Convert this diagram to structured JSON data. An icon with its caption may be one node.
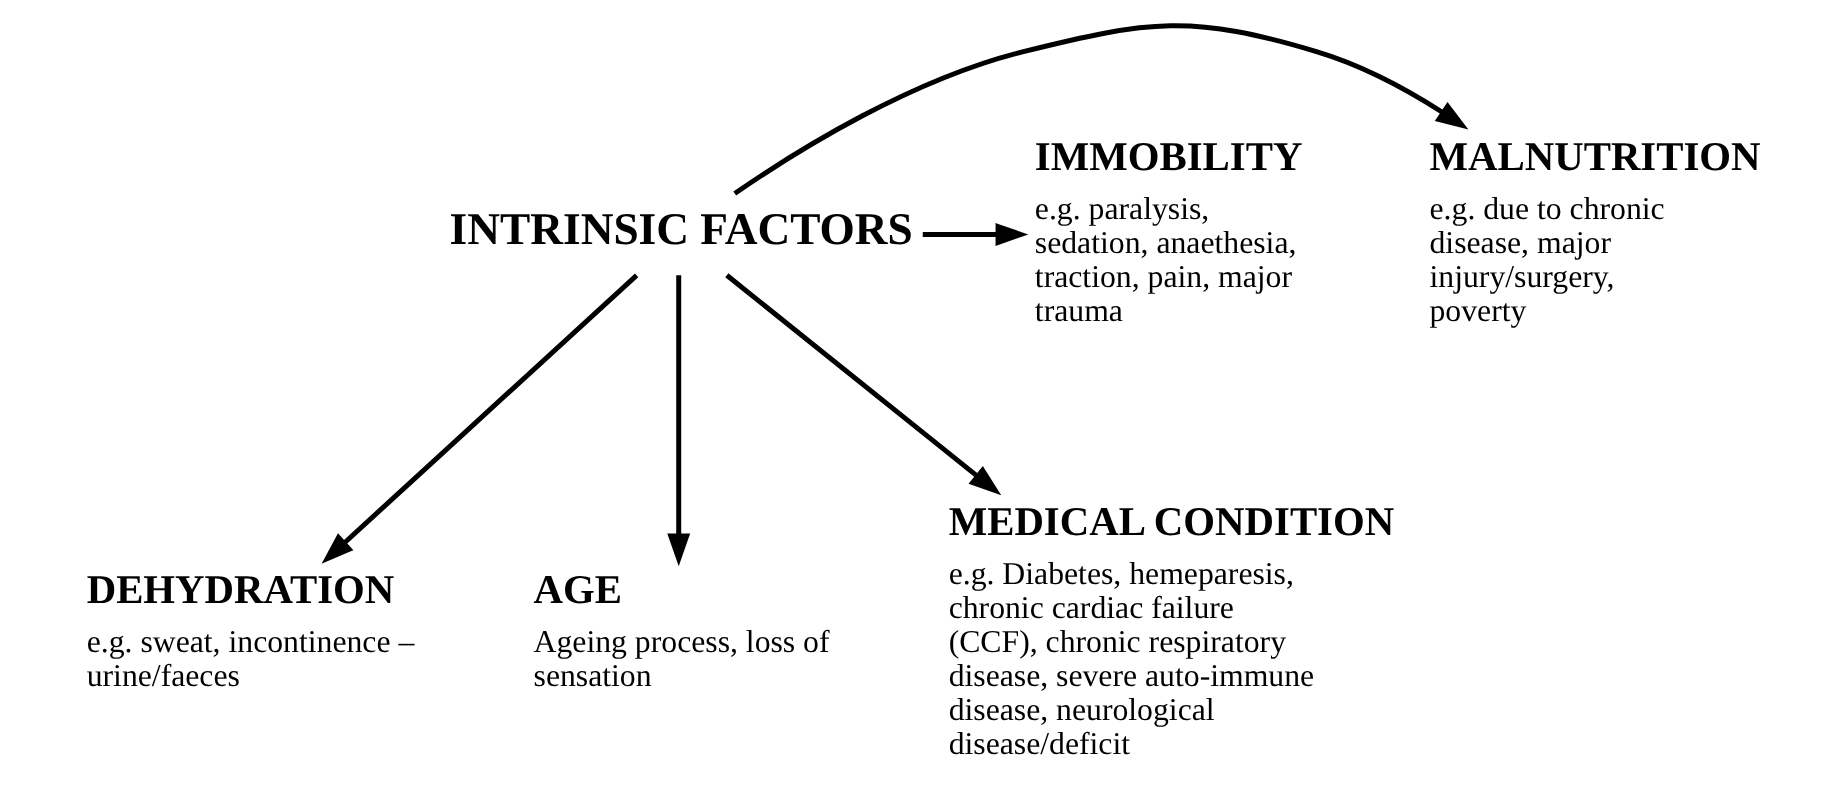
{
  "diagram": {
    "nodes": [
      {
        "text": [
          "INTRINSIC FACTORS"
        ]
      },
      {
        "text": [
          "MALNUTRITION",
          "e.g. due to chronic disease, major injury/surgery, poverty"
        ]
      },
      {
        "text": [
          "IMMOBILITY",
          "e.g. paralysis, sedation, anaethesia, traction, pain, major trauma"
        ]
      },
      {
        "text": [
          "DEHYDRATION",
          "e.g. sweat, incontinence – urine/faeces"
        ]
      },
      {
        "text": [
          "AGE",
          "Ageing process, loss of sensation"
        ]
      },
      {
        "text": [
          "MEDICAL CONDITION",
          "e.g. Diabetes, hemeparesis, chronic cardiac failure (CCF), chronic respiratory disease, severe auto-immune disease, neurological disease/deficit"
        ]
      }
    ],
    "edges": [
      {
        "from": 0,
        "to": 1,
        "arrow": "to"
      },
      {
        "from": 0,
        "to": 2,
        "arrow": "to"
      },
      {
        "from": 0,
        "to": 3,
        "arrow": "to"
      },
      {
        "from": 0,
        "to": 4,
        "arrow": "to"
      },
      {
        "from": 0,
        "to": 5,
        "arrow": "to"
      }
    ]
  }
}
